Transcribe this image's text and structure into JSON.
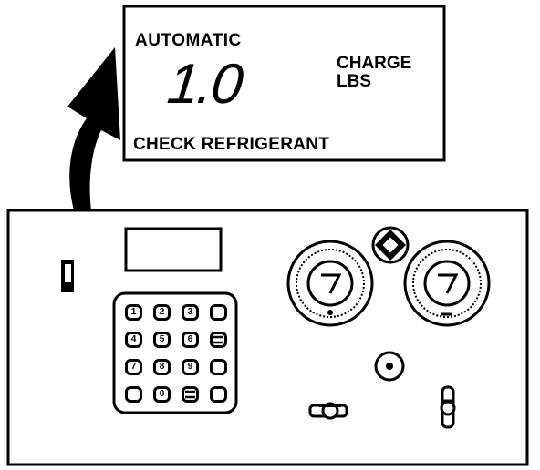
{
  "display": {
    "mode": "AUTOMATIC",
    "reading": "1.0",
    "unit_line1": "CHARGE",
    "unit_line2": "LBS",
    "message": "CHECK REFRIGERANT"
  },
  "keypad": {
    "keys": [
      "1",
      "2",
      "3",
      "",
      "4",
      "5",
      "6",
      "",
      "7",
      "8",
      "9",
      "",
      "",
      "0",
      "",
      ""
    ]
  }
}
